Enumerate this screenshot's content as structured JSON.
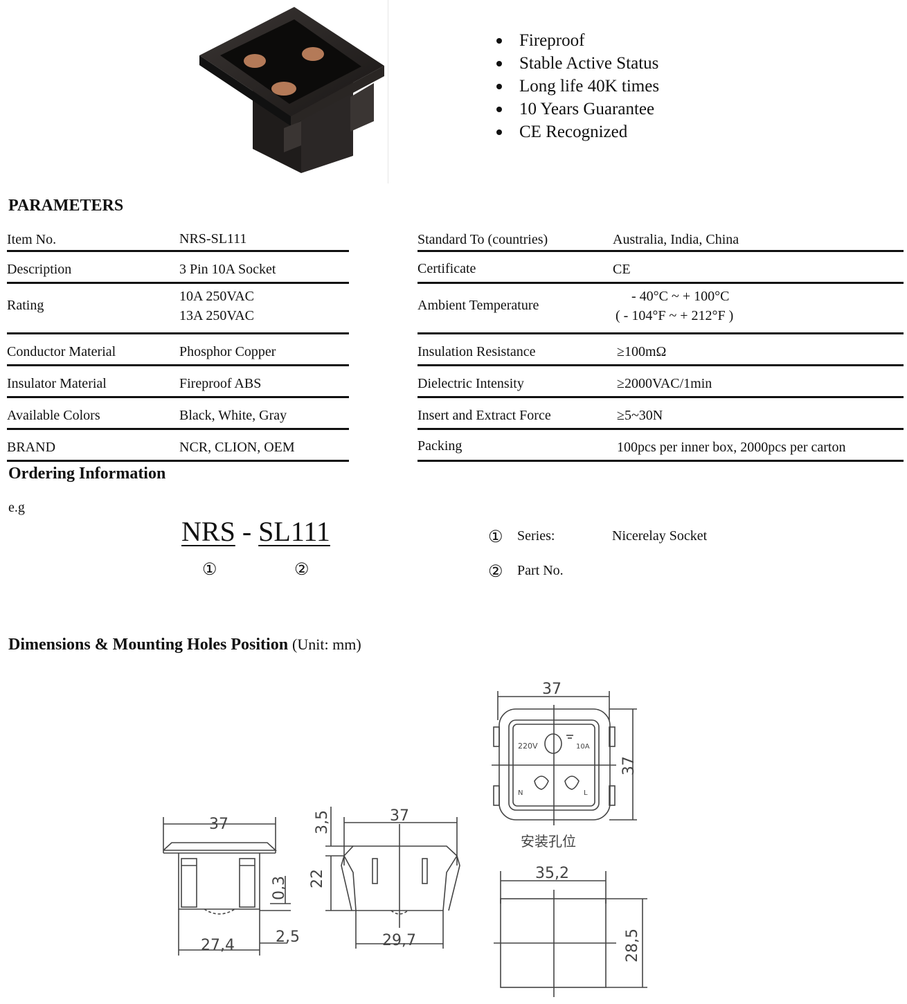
{
  "features": [
    "Fireproof",
    "Stable Active Status",
    "Long life 40K times",
    "10 Years Guarantee",
    "CE Recognized"
  ],
  "params_heading": "PARAMETERS",
  "params_left": [
    {
      "label": "Item No.",
      "value": [
        "NRS-SL111"
      ]
    },
    {
      "label": "Description",
      "value": [
        "3 Pin 10A Socket"
      ]
    },
    {
      "label": "Rating",
      "value": [
        "10A  250VAC",
        "13A  250VAC"
      ]
    },
    {
      "label": "Conductor Material",
      "value": [
        "Phosphor Copper"
      ]
    },
    {
      "label": "Insulator Material",
      "value": [
        "Fireproof ABS"
      ]
    },
    {
      "label": "Available Colors",
      "value": [
        "Black, White, Gray"
      ]
    },
    {
      "label": "BRAND",
      "value": [
        "NCR, CLION, OEM"
      ]
    }
  ],
  "params_right": [
    {
      "label": "Standard To (countries)",
      "value": [
        "Australia, India, China"
      ]
    },
    {
      "label": "Certificate",
      "value": [
        "CE"
      ]
    },
    {
      "label": "Ambient Temperature",
      "value": [
        "- 40°C ~ + 100°C",
        "( - 104°F ~ + 212°F )"
      ]
    },
    {
      "label": "Insulation Resistance",
      "value": [
        "≥100mΩ"
      ]
    },
    {
      "label": "Dielectric Intensity",
      "value": [
        "≥2000VAC/1min"
      ]
    },
    {
      "label": "Insert and Extract Force",
      "value": [
        "≥5~30N"
      ]
    },
    {
      "label": "Packing",
      "value": [
        "100pcs per inner box, 2000pcs per carton"
      ]
    }
  ],
  "ordering": {
    "heading": "Ordering Information",
    "eg": "e.g",
    "code_part1": "NRS",
    "code_sep": " - ",
    "code_part2": "SL111",
    "marker1": "①",
    "marker2": "②",
    "legend": [
      {
        "marker": "①",
        "label": "Series:",
        "value": "Nicerelay Socket"
      },
      {
        "marker": "②",
        "label": "Part No.",
        "value": ""
      }
    ]
  },
  "dimensions": {
    "heading": "Dimensions & Mounting Holes Position",
    "unit": "(Unit: mm)",
    "side_view": {
      "top_width": "37",
      "height_small": "0,3",
      "bottom_width": "27,4",
      "offset": "2,5"
    },
    "front_view": {
      "top_width": "37",
      "flange": "3,5",
      "height": "22",
      "bottom_width": "29,7"
    },
    "top_view": {
      "width": "37",
      "height": "37",
      "voltage": "220V",
      "current": "10A",
      "pin_n": "N",
      "pin_l": "L",
      "caption": "安装孔位"
    },
    "cutout": {
      "width": "35,2",
      "height": "28,5"
    }
  }
}
